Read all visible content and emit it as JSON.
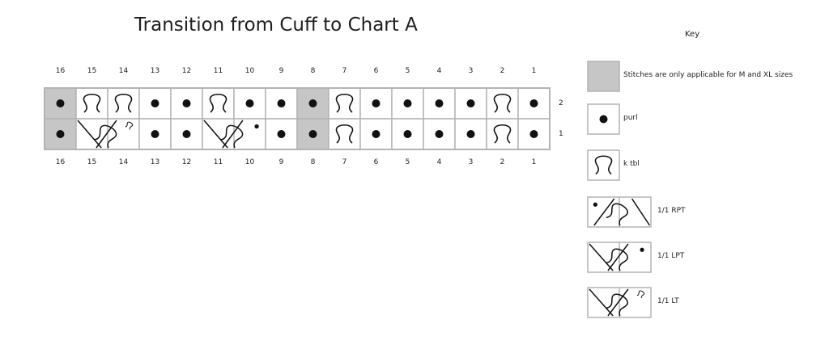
{
  "title": "Transition from Cuff to Chart A",
  "key_title": "Key",
  "columns": [
    "16",
    "15",
    "14",
    "13",
    "12",
    "11",
    "10",
    "9",
    "8",
    "7",
    "6",
    "5",
    "4",
    "3",
    "2",
    "1"
  ],
  "rows": [
    {
      "label": "2",
      "cells": [
        "gray-purl",
        "ktbl",
        "ktbl",
        "purl",
        "purl",
        "ktbl",
        "purl",
        "purl",
        "gray-purl",
        "ktbl",
        "purl",
        "purl",
        "purl",
        "purl",
        "ktbl",
        "purl"
      ]
    },
    {
      "label": "1",
      "cells": [
        "gray-purl",
        "lt-a",
        "lt-b",
        "purl",
        "purl",
        "lpt-a",
        "lpt-b",
        "purl",
        "gray-purl",
        "ktbl",
        "purl",
        "purl",
        "purl",
        "purl",
        "ktbl",
        "purl"
      ]
    }
  ],
  "legend": [
    {
      "symbol": "gray",
      "label": "Stitches are only applicable for M and XL sizes"
    },
    {
      "symbol": "purl",
      "label": "purl"
    },
    {
      "symbol": "ktbl",
      "label": "k tbl"
    },
    {
      "symbol": "rpt",
      "label": "1/1 RPT"
    },
    {
      "symbol": "lpt",
      "label": "1/1 LPT"
    },
    {
      "symbol": "lt",
      "label": "1/1 LT"
    }
  ],
  "colors": {
    "gray": "#c6c6c6",
    "border": "#b4b4b4",
    "stroke": "#111111"
  }
}
